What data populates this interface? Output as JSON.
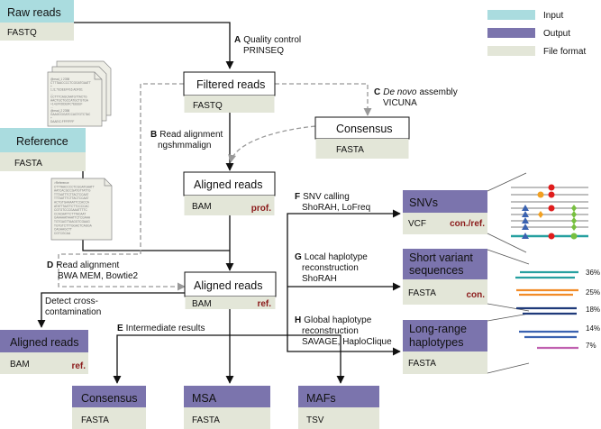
{
  "colors": {
    "input": "#aadcdf",
    "output": "#7b74ad",
    "format": "#e3e6d8",
    "line": "#111111",
    "dashed": "#999999",
    "red": "#8b1a1a",
    "variant_colors": [
      "#e01c1c",
      "#f2a021",
      "#78c040",
      "#3a62b0",
      "#c060b0",
      "#f28c28",
      "#26a0a0",
      "#1f3a7a"
    ]
  },
  "legend": {
    "input": "Input",
    "output": "Output",
    "file_format": "File format"
  },
  "boxes": {
    "raw_reads": {
      "title": "Raw reads",
      "format": "FASTQ"
    },
    "filtered_reads": {
      "title": "Filtered reads",
      "format": "FASTQ"
    },
    "consensus_vicuna": {
      "title": "Consensus",
      "format": "FASTA"
    },
    "reference": {
      "title": "Reference",
      "format": "FASTA"
    },
    "aligned_prof": {
      "title": "Aligned reads",
      "format": "BAM",
      "tag": "prof."
    },
    "aligned_ref": {
      "title": "Aligned reads",
      "format": "BAM",
      "tag": "ref."
    },
    "aligned_contam": {
      "title": "Aligned reads",
      "format": "BAM",
      "tag": "ref."
    },
    "snvs": {
      "title": "SNVs",
      "format": "VCF",
      "tag": "con./ref."
    },
    "short_variants": {
      "title_1": "Short variant",
      "title_2": "sequences",
      "format": "FASTA",
      "tag": "con."
    },
    "long_range": {
      "title_1": "Long-range",
      "title_2": "haplotypes",
      "format": "FASTA"
    },
    "consensus_out": {
      "title": "Consensus",
      "format": "FASTA"
    },
    "msa": {
      "title": "MSA",
      "format": "FASTA"
    },
    "mafs": {
      "title": "MAFs",
      "format": "TSV"
    }
  },
  "steps": {
    "A": {
      "letter": "A",
      "name": "Quality control",
      "tool": "PRINSEQ"
    },
    "B": {
      "letter": "B",
      "name": "Read alignment",
      "tool": "ngshmmalign"
    },
    "C": {
      "letter": "C",
      "name_italic": "De novo",
      "name_rest": "assembly",
      "tool": "VICUNA"
    },
    "D": {
      "letter": "D",
      "name": "Read alignment",
      "tool": "BWA MEM, Bowtie2"
    },
    "E": {
      "letter": "E",
      "name": "Intermediate results"
    },
    "F": {
      "letter": "F",
      "name": "SNV calling",
      "tool": "ShoRAH, LoFreq"
    },
    "G": {
      "letter": "G",
      "name_1": "Local haplotype",
      "name_2": "reconstruction",
      "tool": "ShoRAH"
    },
    "H": {
      "letter": "H",
      "name_1": "Global haplotype",
      "name_2": "reconstruction",
      "tool": "SAVAGE, HaploClique"
    },
    "contamination": {
      "line_1": "Detect cross-",
      "line_2": "contamination"
    }
  },
  "haplotype_freqs": [
    "36%",
    "25%",
    "18%",
    "14%",
    "7%"
  ],
  "fastq_doc_lines": [
    "@read_1 2398",
    "CTTTAACCCCTCGGATGAATT",
    "+",
    "1,!1;:*EDEEFF16:ADFD1",
    "...",
    "CCTTTCAGCAATGTTACTG",
    "AACTGCTGCCATGCTGTGA",
    "+1+EFF2IDEIFC*EEEEF",
    "...",
    "@read_2 2398",
    "GAAGCGGATCCAGTGTCTAC",
    "+",
    "DAAEIC:FFFFFFF"
  ],
  "ref_doc_lines": [
    ">Reference",
    "CTTTAACCCCTCGGATGAATT",
    "AATCACGCCGATGTTATTG",
    "TTTAATTTCTTACTCCAAT",
    "TTTAATTTCTTACTCCAAT",
    "ACTGTGAAAATTCCACCA",
    "ATATTTAATTCTTCCCCAC",
    "CGTGTCCCGAAATTTTC",
    "CCACAATTCTTTACAAT",
    "GAAAAATAAATTCTCGAAA",
    "TGTGAGTTAAGGTCGAAG",
    "TGTGTCTTTGGACTCAGGA",
    "CAGAAGCTT",
    "CGTCGCAA"
  ]
}
